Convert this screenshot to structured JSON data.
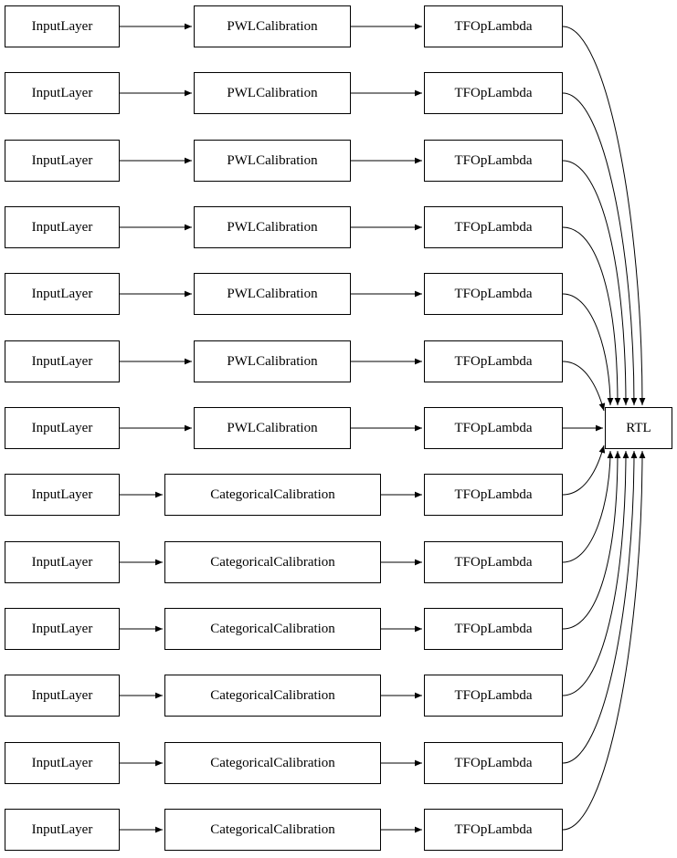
{
  "diagram": {
    "rows": [
      {
        "input": "InputLayer",
        "calibration": "PWLCalibration",
        "op": "TFOpLambda"
      },
      {
        "input": "InputLayer",
        "calibration": "PWLCalibration",
        "op": "TFOpLambda"
      },
      {
        "input": "InputLayer",
        "calibration": "PWLCalibration",
        "op": "TFOpLambda"
      },
      {
        "input": "InputLayer",
        "calibration": "PWLCalibration",
        "op": "TFOpLambda"
      },
      {
        "input": "InputLayer",
        "calibration": "PWLCalibration",
        "op": "TFOpLambda"
      },
      {
        "input": "InputLayer",
        "calibration": "PWLCalibration",
        "op": "TFOpLambda"
      },
      {
        "input": "InputLayer",
        "calibration": "PWLCalibration",
        "op": "TFOpLambda"
      },
      {
        "input": "InputLayer",
        "calibration": "CategoricalCalibration",
        "op": "TFOpLambda"
      },
      {
        "input": "InputLayer",
        "calibration": "CategoricalCalibration",
        "op": "TFOpLambda"
      },
      {
        "input": "InputLayer",
        "calibration": "CategoricalCalibration",
        "op": "TFOpLambda"
      },
      {
        "input": "InputLayer",
        "calibration": "CategoricalCalibration",
        "op": "TFOpLambda"
      },
      {
        "input": "InputLayer",
        "calibration": "CategoricalCalibration",
        "op": "TFOpLambda"
      },
      {
        "input": "InputLayer",
        "calibration": "CategoricalCalibration",
        "op": "TFOpLambda"
      }
    ],
    "output_label": "RTL",
    "edge_color": "#000000",
    "node_border_color": "#000000",
    "node_fill_color": "#ffffff"
  }
}
